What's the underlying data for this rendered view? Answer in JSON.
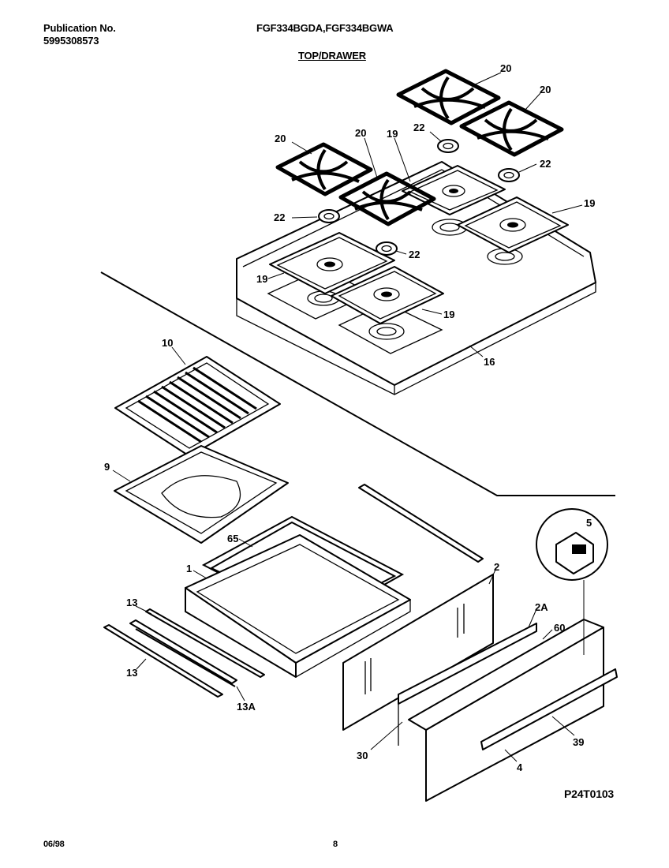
{
  "header": {
    "publication_label": "Publication No.",
    "publication_number": "5995308573",
    "models": "FGF334BGDA,FGF334BGWA",
    "section_title": "TOP/DRAWER"
  },
  "footer": {
    "date": "06/98",
    "page": "8"
  },
  "diagram": {
    "reference_code": "P24T0103",
    "callouts": [
      "20",
      "20",
      "20",
      "20",
      "19",
      "22",
      "22",
      "22",
      "22",
      "19",
      "19",
      "19",
      "16",
      "10",
      "9",
      "65",
      "1",
      "2",
      "5",
      "2A",
      "60",
      "13",
      "13",
      "13A",
      "30",
      "39",
      "4"
    ]
  }
}
